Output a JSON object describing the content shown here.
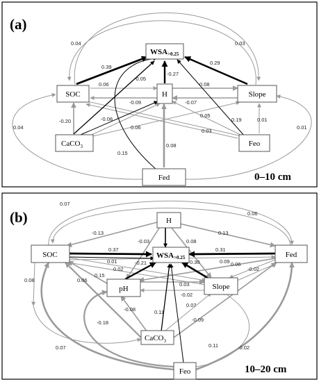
{
  "panel_a": {
    "label": "(a)",
    "depth": "0–10 cm",
    "nodes": {
      "wsa": "WSA",
      "wsa_sub": ">0.25",
      "soc": "SOC",
      "h": "H",
      "slope": "Slope",
      "caco3": "CaCO",
      "caco3_sub": "3",
      "feo": "Feo",
      "fed": "Fed"
    },
    "coefficients": {
      "arc_top_left": "0.04",
      "arc_top_right": "0.03",
      "soc_wsa": "0.39",
      "slope_wsa": "0.29",
      "h_wsa": "-0.27",
      "feo_wsa": "-0.05",
      "soc_h_upper": "0.06",
      "soc_h_lower": "-0.09",
      "h_slope_upper": "0.08",
      "h_slope_lower": "-0.07",
      "caco3_soc": "-0.20",
      "caco3_h": "-0.08",
      "caco3_slope": "0.06",
      "soc_feo": "0.05",
      "feo_soc": "0.03",
      "feo_h": "0.19",
      "feo_slope": "0.01",
      "fed_soc_arc": "0.04",
      "fed_slope_arc": "0.01",
      "fed_h": "0.08",
      "fed_wsa": "0.15"
    }
  },
  "panel_b": {
    "label": "(b)",
    "depth": "10–20 cm",
    "nodes": {
      "wsa": "WSA",
      "wsa_sub": ">0.25",
      "h": "H",
      "soc": "SOC",
      "fed": "Fed",
      "ph": "pH",
      "slope": "Slope",
      "caco3": "CaCO",
      "caco3_sub": "3",
      "feo": "Feo"
    },
    "coefficients": {
      "arc_top": "0.07",
      "arc_top_right": "0.06",
      "h_soc": "-0.13",
      "h_fed": "0.13",
      "h_ph": "-0.03",
      "h_slope": "0.08",
      "soc_wsa": "0.37",
      "fed_wsa": "0.31",
      "soc_slope": "0.01",
      "soc_fed_lower": "0.02",
      "ph_wsa": "-0.21",
      "slope_wsa": "0.30",
      "fed_ph": "0.09",
      "fed_slope": "0.06",
      "fed_slope_lower": "-0.02",
      "soc_ph": "0.15",
      "soc_slope_lower": "0.06",
      "ph_slope_upper": "0.03",
      "ph_slope_lower": "-0.02",
      "soc_left": "0.08",
      "caco3_ph": "-0.08",
      "caco3_wsa": "0.11",
      "caco3_slope": "0.07",
      "caco3_soc": "-0.18",
      "caco3_fed": "-0.09",
      "feo_soc": "0.07",
      "feo_fed": "0.11",
      "feo_slope": "-0.02"
    }
  }
}
